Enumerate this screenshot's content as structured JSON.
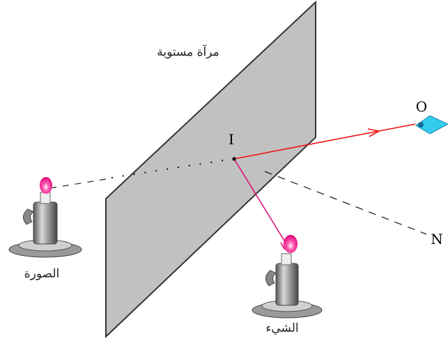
{
  "labels": {
    "mirror": "مرآة مستوية",
    "incidence_point": "I",
    "eye": "O",
    "normal": "N",
    "image": "الصورة",
    "object": "الشيء"
  },
  "colors": {
    "mirror_fill": "#c1c1c1",
    "mirror_edge": "#333333",
    "reflected_ray": "#ee1111",
    "incident_ray": "#dd1177",
    "eye": "#33ccee",
    "flame": "#ff3f9f",
    "candle": "#9a9a9a"
  },
  "icons": [
    "eye-icon",
    "candle-object-icon",
    "candle-image-icon"
  ]
}
